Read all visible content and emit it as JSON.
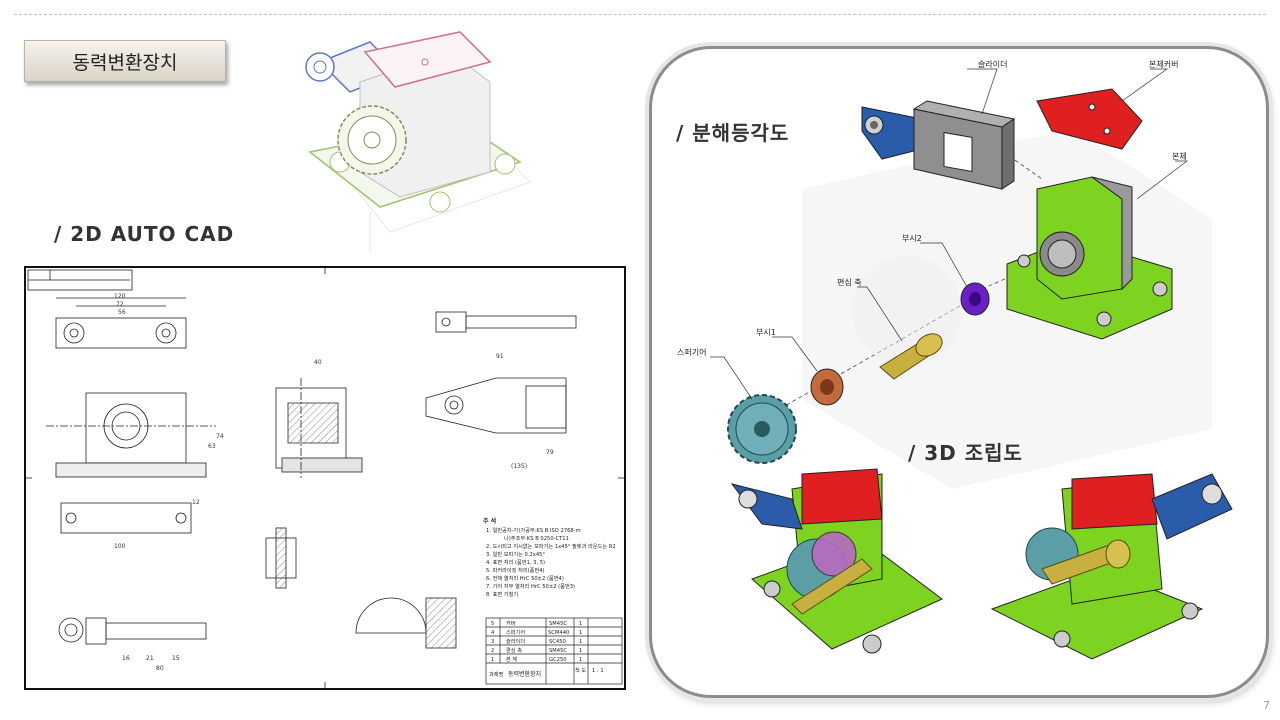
{
  "title": "동력변환장치",
  "headings": {
    "cad": "/ 2D AUTO CAD",
    "exploded": "/ 분해등각도",
    "assembly": "/ 3D 조립도"
  },
  "exploded_labels": [
    "슬라이더",
    "본체커버",
    "본체",
    "부시2",
    "편심 축",
    "부시1",
    "스퍼기어"
  ],
  "drawing": {
    "title_block": {
      "name_label": "과제명",
      "name": "동력변환장치",
      "scale_label": "척 도",
      "scale": "1 : 1"
    },
    "notes_title": "주 석",
    "notes": [
      "1. 일반공차-가)가공부:KS B ISO 2768-m",
      "나)주조부:KS B 0250-CT11",
      "2. 도시되고 지시없는 모따기는 1x45° 필렛과 라운드는 R2",
      "3. 일반 모따기는 0.2x45°",
      "4. 표면 처리 (품번1, 3, 5)",
      "5. 파커라이징 처리(품번4)",
      "6. 전체 열처리 HrC 50±2 (품번4)",
      "7. 기어 치부 열처리 HrC 50±2 (품번3)",
      "8. 표면 거칠기"
    ],
    "parts": [
      {
        "no": "5",
        "name": "커버",
        "material": "SM45C",
        "qty": "1"
      },
      {
        "no": "4",
        "name": "스퍼기어",
        "material": "SCM440",
        "qty": "1"
      },
      {
        "no": "3",
        "name": "슬라이더",
        "material": "SC450",
        "qty": "1"
      },
      {
        "no": "2",
        "name": "편심 축",
        "material": "SM45C",
        "qty": "1"
      },
      {
        "no": "1",
        "name": "본 체",
        "material": "GC250",
        "qty": "1"
      }
    ],
    "dims": [
      "120",
      "72",
      "56",
      "74",
      "63",
      "100",
      "40",
      "91",
      "79",
      "(135)",
      "80",
      "16",
      "21",
      "15",
      "12"
    ]
  },
  "page_number": "7",
  "colors": {
    "body": "#7ed321",
    "cover": "#e02020",
    "slider_arm": "#2a5caa",
    "gear": "#5b9ea6",
    "shaft": "#c8b040",
    "bush1": "#c46a3c",
    "bush2": "#6a20c8"
  }
}
